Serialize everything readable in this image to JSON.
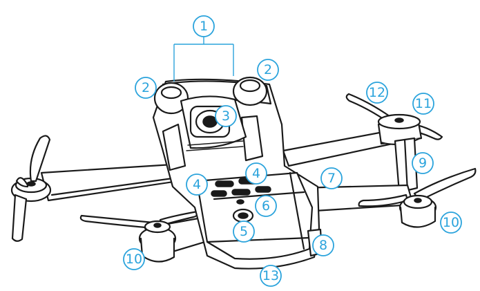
{
  "callouts": [
    {
      "id": "1",
      "label": "1"
    },
    {
      "id": "2a",
      "label": "2"
    },
    {
      "id": "2b",
      "label": "2"
    },
    {
      "id": "3",
      "label": "3"
    },
    {
      "id": "4a",
      "label": "4"
    },
    {
      "id": "4b",
      "label": "4"
    },
    {
      "id": "5",
      "label": "5"
    },
    {
      "id": "6",
      "label": "6"
    },
    {
      "id": "7",
      "label": "7"
    },
    {
      "id": "8",
      "label": "8"
    },
    {
      "id": "9",
      "label": "9"
    },
    {
      "id": "10a",
      "label": "10"
    },
    {
      "id": "10b",
      "label": "10"
    },
    {
      "id": "11",
      "label": "11"
    },
    {
      "id": "12",
      "label": "12"
    },
    {
      "id": "13",
      "label": "13"
    }
  ],
  "colors": {
    "callout": "#2aa3dc",
    "outline": "#1a1a1a",
    "background": "#ffffff"
  }
}
